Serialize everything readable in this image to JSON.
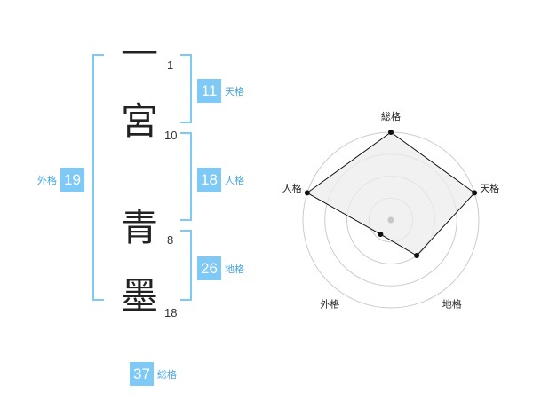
{
  "name": {
    "characters": [
      {
        "char": "一",
        "strokes": "1"
      },
      {
        "char": "宮",
        "strokes": "10"
      },
      {
        "char": "青",
        "strokes": "8"
      },
      {
        "char": "墨",
        "strokes": "18"
      }
    ]
  },
  "kakusu": {
    "tenkaku": {
      "value": "11",
      "label": "天格"
    },
    "jinkaku": {
      "value": "18",
      "label": "人格"
    },
    "chikaku": {
      "value": "26",
      "label": "地格"
    },
    "gaikaku": {
      "value": "19",
      "label": "外格"
    },
    "soukaku": {
      "value": "37",
      "label": "総格"
    }
  },
  "chart_data": {
    "type": "radar",
    "axes": [
      "総格",
      "天格",
      "地格",
      "外格",
      "人格"
    ],
    "values": [
      1.0,
      1.0,
      0.5,
      0.2,
      1.0
    ],
    "max": 1.0,
    "rings": 4,
    "colors": {
      "fill": "#ececec",
      "line": "#111111",
      "ring": "#cccccc",
      "center": "#c8c8c8"
    }
  },
  "colors": {
    "accent": "#7ec9f5",
    "label": "#4aa6e0"
  }
}
